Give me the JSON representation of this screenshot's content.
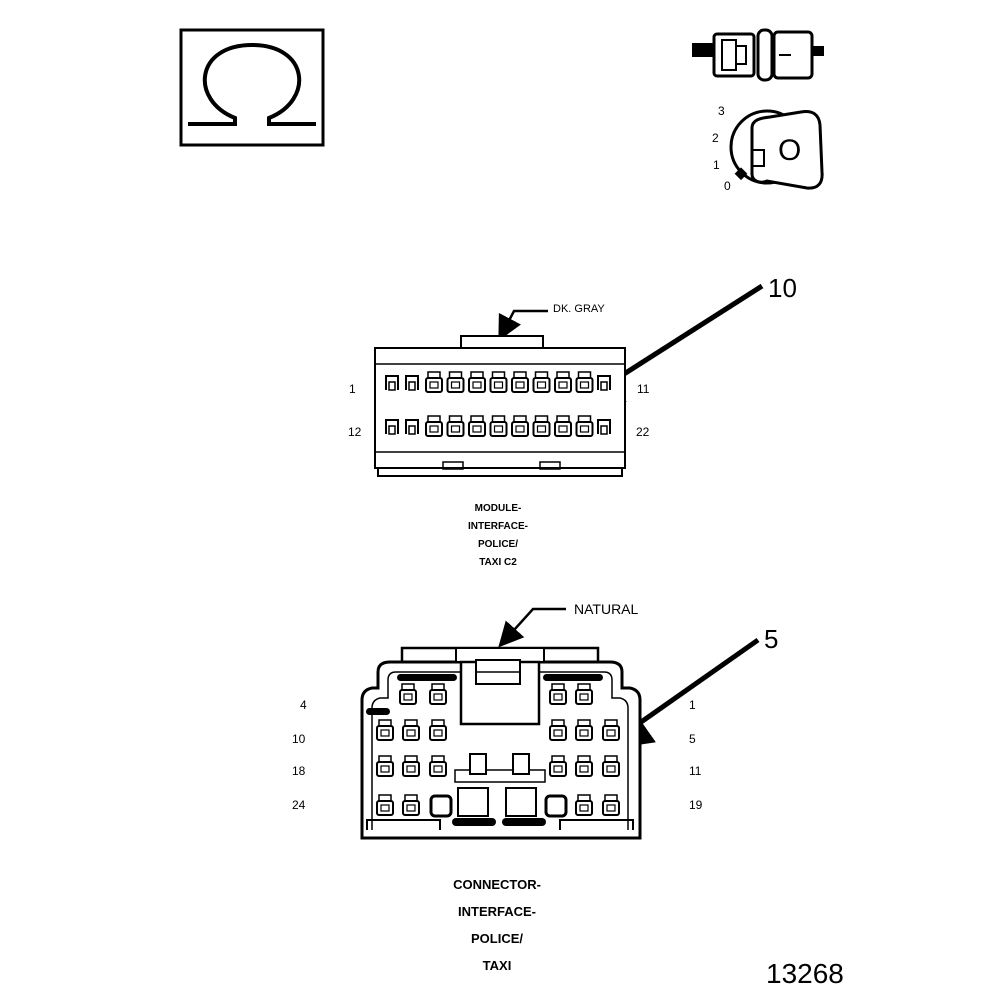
{
  "omega_symbol": "Ω",
  "key_switch": {
    "zero_letter": "O",
    "positions": [
      "3",
      "2",
      "1",
      "0"
    ]
  },
  "callouts": {
    "top_arrow_number": "10",
    "bottom_arrow_number": "5"
  },
  "module_connector": {
    "color_label": "DK. GRAY",
    "pin_left_top": "1",
    "pin_right_top": "11",
    "pin_left_bottom": "12",
    "pin_right_bottom": "22",
    "caption_lines": [
      "MODULE-",
      "INTERFACE-",
      "POLICE/",
      "TAXI C2"
    ]
  },
  "interface_connector": {
    "color_label": "NATURAL",
    "left_pins": [
      "4",
      "10",
      "18",
      "24"
    ],
    "right_pins": [
      "1",
      "5",
      "11",
      "19"
    ],
    "caption_lines": [
      "CONNECTOR-",
      "INTERFACE-",
      "POLICE/",
      "TAXI"
    ]
  },
  "figure_number": "13268"
}
